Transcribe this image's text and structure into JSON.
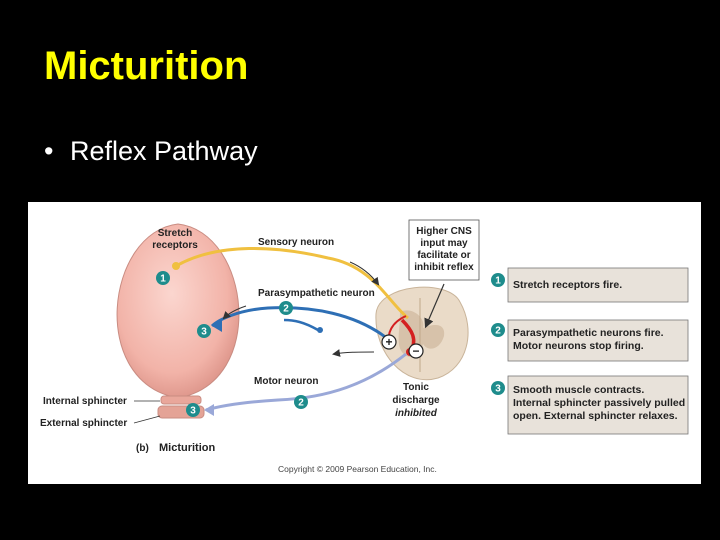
{
  "slide": {
    "title": "Micturition",
    "bullet": "Reflex Pathway"
  },
  "figure": {
    "stretch_receptors_line1": "Stretch",
    "stretch_receptors_line2": "receptors",
    "sensory_neuron": "Sensory neuron",
    "parasympathetic_neuron": "Parasympathetic neuron",
    "motor_neuron": "Motor neuron",
    "internal_sphincter": "Internal sphincter",
    "external_sphincter": "External sphincter",
    "higher_cns_lines": [
      "Higher CNS",
      "input may",
      "facilitate or",
      "inhibit reflex"
    ],
    "tonic_discharge_lines": [
      "Tonic",
      "discharge"
    ],
    "inhibited": "inhibited",
    "caption_letter": "(b)",
    "caption": "Micturition",
    "copyright": "Copyright © 2009 Pearson Education, Inc.",
    "plus_sign": "+",
    "minus_sign": "−",
    "markers": {
      "m1": "1",
      "m2": "2",
      "m3": "3",
      "m4": "2",
      "m5": "3"
    },
    "steps": [
      {
        "num": "1",
        "lines": [
          "Stretch receptors fire."
        ]
      },
      {
        "num": "2",
        "lines": [
          "Parasympathetic neurons fire.",
          "Motor neurons stop firing."
        ]
      },
      {
        "num": "3",
        "lines": [
          "Smooth muscle contracts.",
          "Internal sphincter passively pulled",
          "open. External sphincter relaxes."
        ]
      }
    ]
  },
  "colors": {
    "title": "#ffff00",
    "bladder": "#f2b3a8",
    "sensory": "#f0c040",
    "parasympathetic": "#2e6fb5",
    "motor": "#9aa8d8",
    "step_badge": "#1e8c8c",
    "step_box": "#e8e2da",
    "excite": "#d42020"
  }
}
